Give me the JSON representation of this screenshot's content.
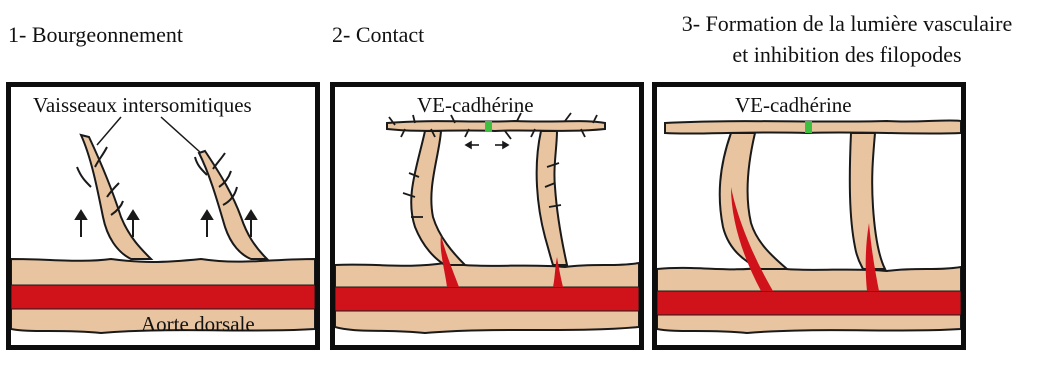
{
  "titles": {
    "step1": "1- Bourgeonnement",
    "step2": "2- Contact",
    "step3_line1": "3- Formation de la lumière vasculaire",
    "step3_line2": "et inhibition des filopodes"
  },
  "labels": {
    "vessels": "Vaisseaux intersomitiques",
    "aorta": "Aorte dorsale",
    "ve_cadherin": "VE-cadhérine"
  },
  "colors": {
    "tissue": "#e8c4a0",
    "outline": "#1a1a1a",
    "blood": "#d0121b",
    "junction": "#3fbf3f",
    "border": "#0d0d0d"
  }
}
